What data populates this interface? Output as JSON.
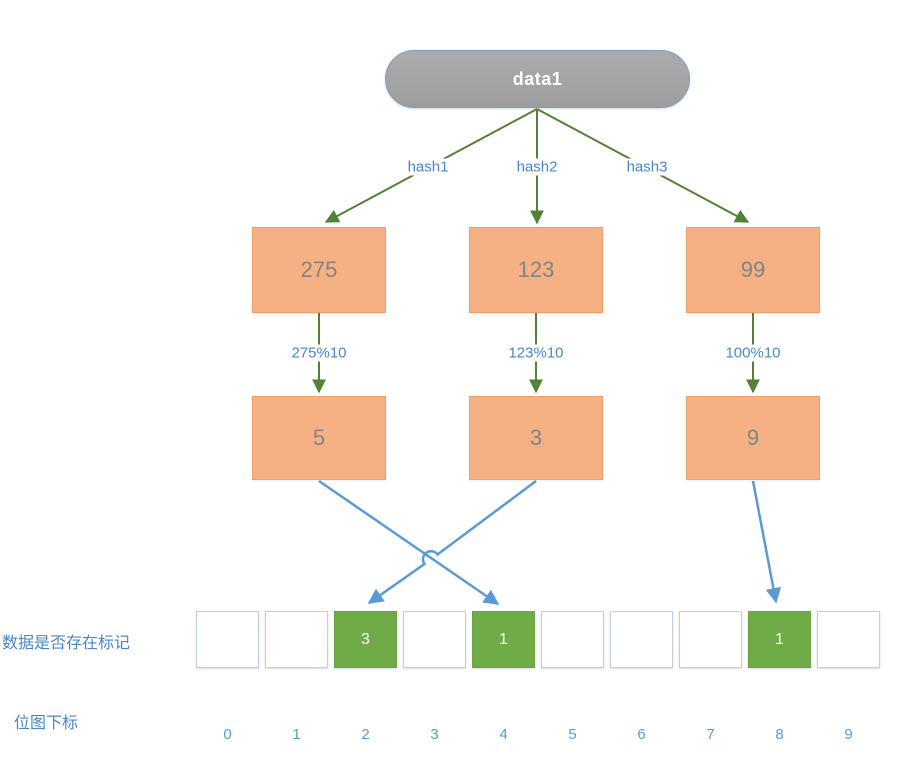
{
  "root": {
    "label": "data1"
  },
  "hash_edges": [
    {
      "label": "hash1"
    },
    {
      "label": "hash2"
    },
    {
      "label": "hash3"
    }
  ],
  "hash_results": [
    {
      "value": "275"
    },
    {
      "value": "123"
    },
    {
      "value": "99"
    }
  ],
  "mod_edges": [
    {
      "label": "275%10"
    },
    {
      "label": "123%10"
    },
    {
      "label": "100%10"
    }
  ],
  "mod_results": [
    {
      "value": "5"
    },
    {
      "value": "3"
    },
    {
      "value": "9"
    }
  ],
  "bitmap": {
    "row_label": "数据是否存在标记",
    "index_row_label": "位图下标",
    "cells": [
      {
        "index": "0",
        "value": "",
        "active": false
      },
      {
        "index": "1",
        "value": "",
        "active": false
      },
      {
        "index": "2",
        "value": "3",
        "active": true
      },
      {
        "index": "3",
        "value": "",
        "active": false
      },
      {
        "index": "4",
        "value": "1",
        "active": true
      },
      {
        "index": "5",
        "value": "",
        "active": false
      },
      {
        "index": "6",
        "value": "",
        "active": false
      },
      {
        "index": "7",
        "value": "",
        "active": false
      },
      {
        "index": "8",
        "value": "1",
        "active": true
      },
      {
        "index": "9",
        "value": "",
        "active": false
      }
    ]
  },
  "colors": {
    "pill_fill": "#a4a4a4",
    "pill_border": "#7c9cc6",
    "box_fill": "#f5b183",
    "box_border": "#eba167",
    "box_text": "#848484",
    "green_line": "#538135",
    "blue_arrow": "#5b9bd5",
    "blue_text": "#4a86c8",
    "cell_active": "#6fac47",
    "cell_border": "#bdd0e5"
  }
}
